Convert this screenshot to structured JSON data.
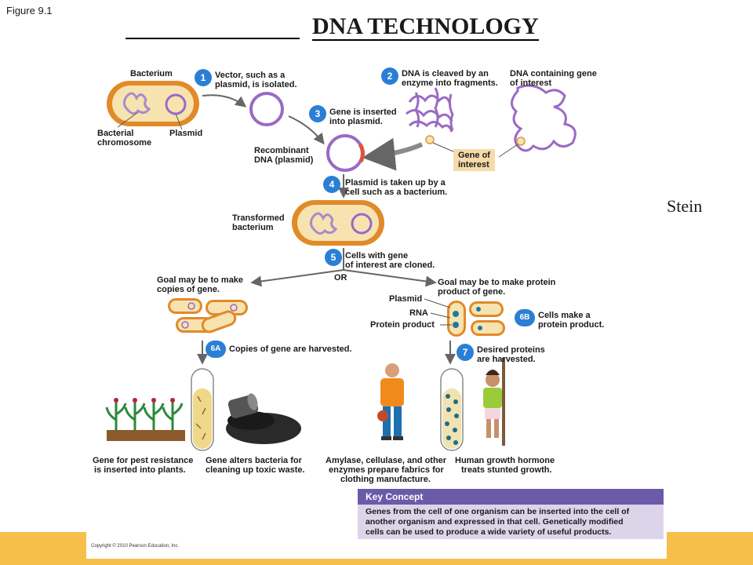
{
  "figure_label": "Figure 9.1",
  "title": "DNA TECHNOLOGY",
  "author": "Stein",
  "colors": {
    "accent": "#f6bf4a",
    "step": "#2a7fd4",
    "key_head": "#6a5aa8",
    "key_body": "#dcd5ea",
    "cell": "#e59a3a",
    "dna": "#9a6ac4"
  },
  "labels": {
    "bacterium": "Bacterium",
    "bacterial_chromosome_1": "Bacterial",
    "bacterial_chromosome_2": "chromosome",
    "plasmid": "Plasmid",
    "recombinant_1": "Recombinant",
    "recombinant_2": "DNA (plasmid)",
    "dna_gene_1": "DNA containing gene",
    "dna_gene_2": "of interest",
    "gene_interest_1": "Gene of",
    "gene_interest_2": "interest",
    "transformed_1": "Transformed",
    "transformed_2": "bacterium",
    "or": "OR",
    "goal_copies_1": "Goal may be to make",
    "goal_copies_2": "copies of gene.",
    "goal_protein_1": "Goal may be to make protein",
    "goal_protein_2": "product of gene.",
    "plasmid2": "Plasmid",
    "rna": "RNA",
    "protein_product": "Protein product",
    "pest_1": "Gene for pest resistance",
    "pest_2": "is inserted into plants.",
    "toxic_1": "Gene alters bacteria for",
    "toxic_2": "cleaning up toxic waste.",
    "amylase_1": "Amylase, cellulase, and other",
    "amylase_2": "enzymes prepare fabrics for",
    "amylase_3": "clothing manufacture.",
    "hgh_1": "Human growth hormone",
    "hgh_2": "treats stunted growth."
  },
  "steps": [
    {
      "num": "1",
      "line1": "Vector, such as a",
      "line2": "plasmid, is isolated."
    },
    {
      "num": "2",
      "line1": "DNA is cleaved by an",
      "line2": "enzyme into fragments."
    },
    {
      "num": "3",
      "line1": "Gene is inserted",
      "line2": "into plasmid."
    },
    {
      "num": "4",
      "line1": "Plasmid is taken up by a",
      "line2": "cell such as a bacterium."
    },
    {
      "num": "5",
      "line1": "Cells with gene",
      "line2": "of interest are cloned."
    },
    {
      "num": "6A",
      "line1": "Copies of gene are harvested.",
      "line2": ""
    },
    {
      "num": "6B",
      "line1": "Cells make a",
      "line2": "protein product."
    },
    {
      "num": "7",
      "line1": "Desired proteins",
      "line2": "are harvested."
    }
  ],
  "key_concept": {
    "heading": "Key Concept",
    "line1": "Genes from the cell of one organism can be inserted into the cell of",
    "line2": "another organism and expressed in that cell. Genetically modified",
    "line3": "cells can be used to produce a wide variety of useful products."
  },
  "copyright": "Copyright © 2010 Pearson Education, Inc."
}
